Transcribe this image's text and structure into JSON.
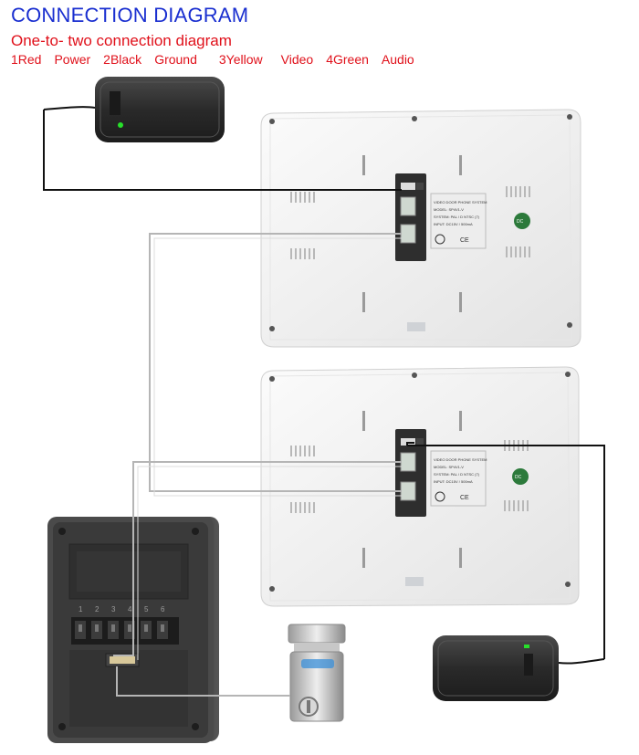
{
  "header": {
    "title": "CONNECTION DIAGRAM",
    "subtitle": "One-to- two connection diagram",
    "legend": [
      "1Red",
      "Power",
      "2Black",
      "Ground",
      "3Yellow",
      "Video",
      "4Green",
      "Audio"
    ]
  },
  "monitor_label": {
    "line1": "VIDEO DOOR PHONE SYSTEM",
    "line2": "MODEL: SP4V1-V",
    "line3": "SYSTEM: PAL / D   NTSC (7)",
    "line4": "INPUT: DC15V / 500mA",
    "ce": "CE",
    "dc": "DC"
  },
  "terminal_numbers": [
    "1",
    "2",
    "3",
    "4",
    "5",
    "6"
  ],
  "colors": {
    "title": "#1a2fd0",
    "text_red": "#e0101a",
    "wire": "#111111",
    "wire_gray": "#b5b5b5",
    "monitor_body": "#f2f2f2",
    "adapter_body": "#2b2b2b",
    "led_green": "#27e02a"
  }
}
